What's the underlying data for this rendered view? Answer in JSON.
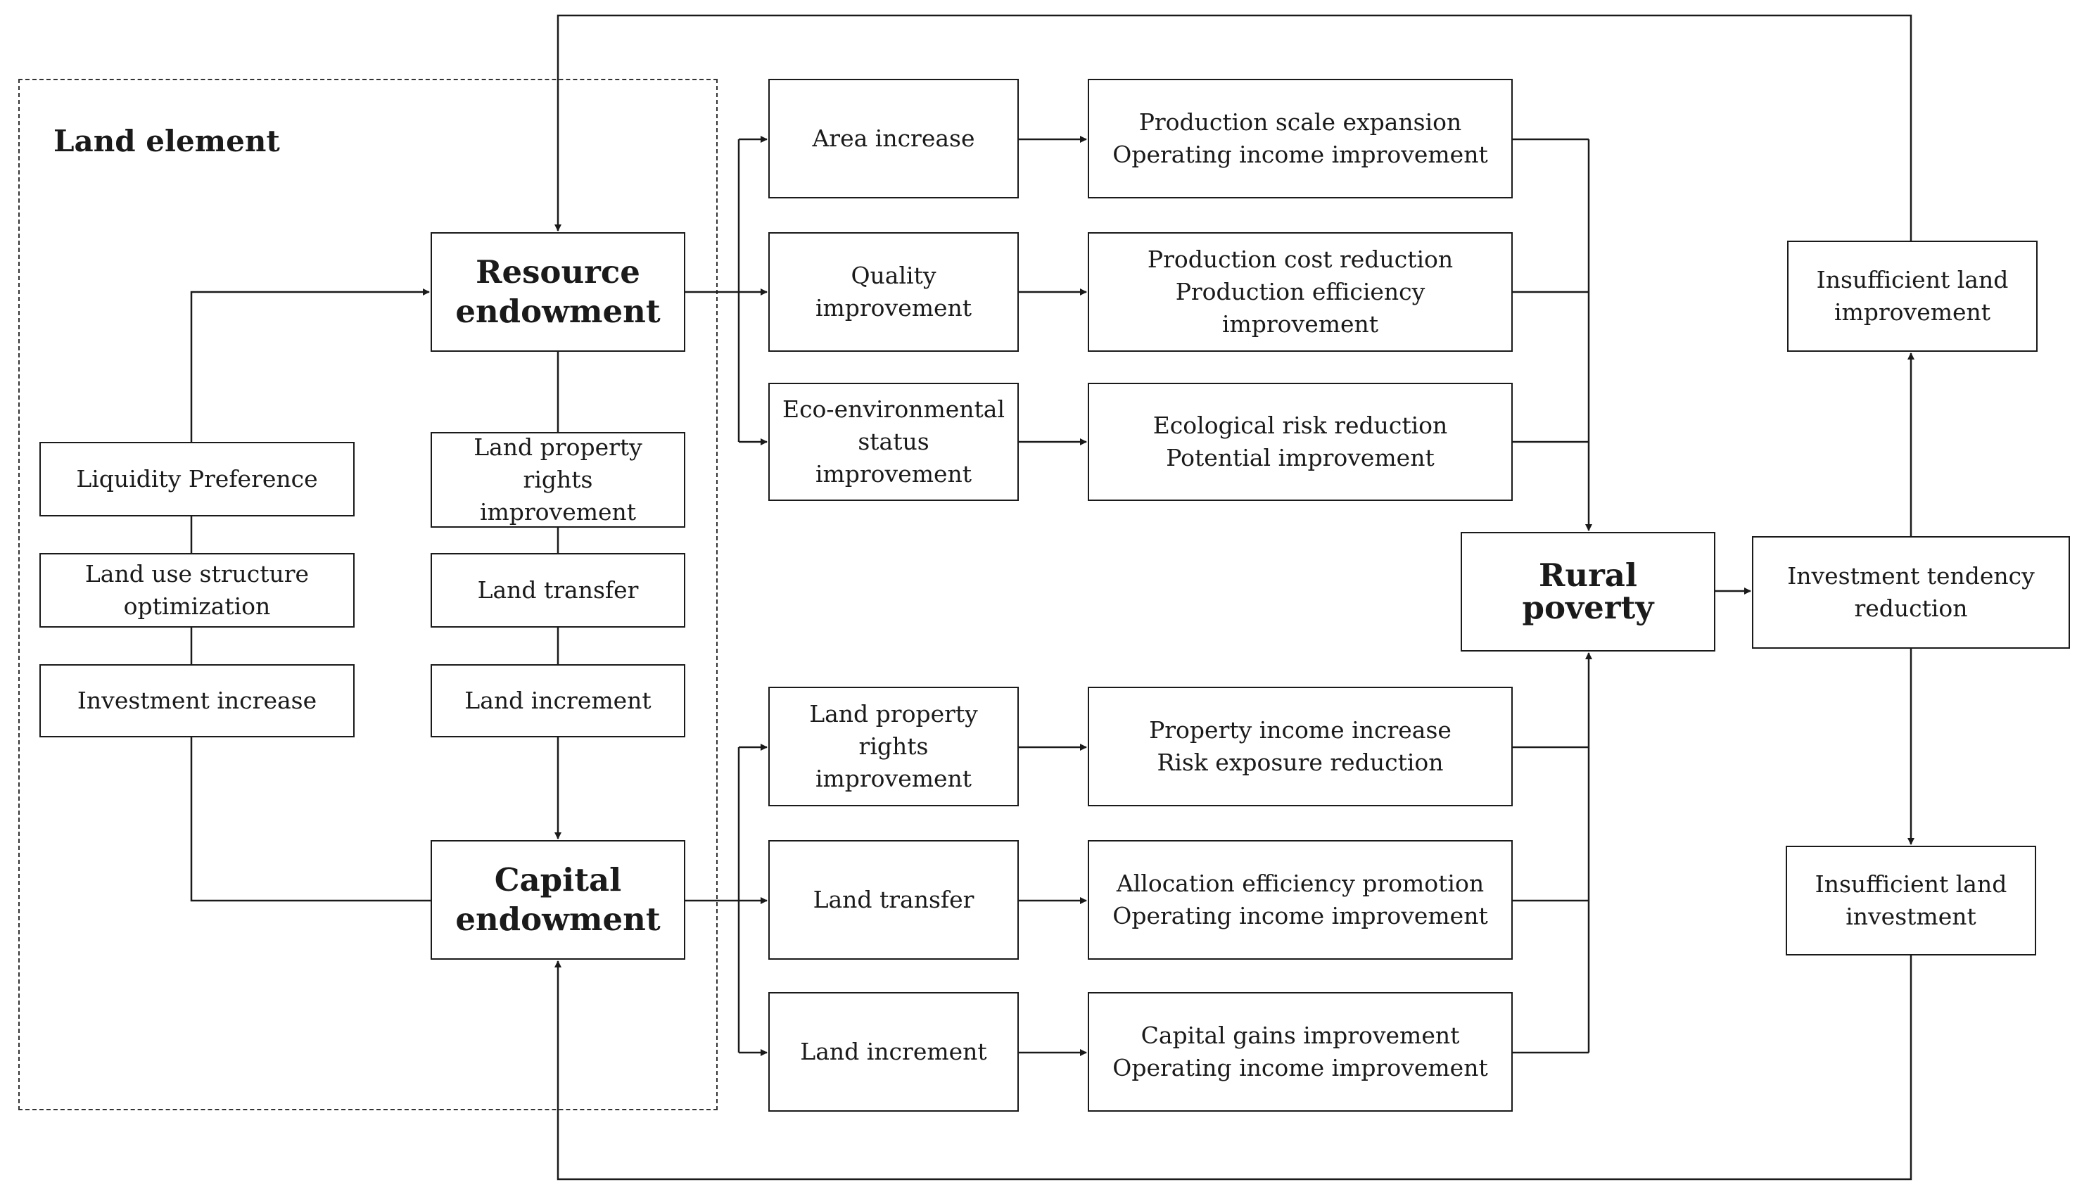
{
  "diagram": {
    "group_label": "Land element",
    "nodes": {
      "resource": [
        "Resource",
        "endowment"
      ],
      "capital": [
        "Capital",
        "endowment"
      ],
      "liquidity": [
        "Liquidity Preference"
      ],
      "landuse": [
        "Land use structure",
        "optimization"
      ],
      "investment_increase": [
        "Investment increase"
      ],
      "prop_rights_left": [
        "Land property rights",
        "improvement"
      ],
      "transfer_left": [
        "Land transfer"
      ],
      "increment_left": [
        "Land increment"
      ],
      "area": [
        "Area increase"
      ],
      "quality": [
        "Quality improvement"
      ],
      "eco": [
        "Eco-environmental",
        "status improvement"
      ],
      "prop_rights_mid": [
        "Land property rights",
        "improvement"
      ],
      "transfer_mid": [
        "Land transfer"
      ],
      "increment_mid": [
        "Land increment"
      ],
      "o1": [
        "Production scale expansion",
        "Operating income improvement"
      ],
      "o2": [
        "Production cost reduction",
        "Production efficiency improvement"
      ],
      "o3": [
        "Ecological risk reduction",
        "Potential improvement"
      ],
      "o4": [
        "Property income increase",
        "Risk exposure reduction"
      ],
      "o5": [
        "Allocation efficiency promotion",
        "Operating income improvement"
      ],
      "o6": [
        "Capital gains improvement",
        "Operating income improvement"
      ],
      "rural_poverty": [
        "Rural poverty"
      ],
      "invest_tendency": [
        "Investment tendency",
        "reduction"
      ],
      "insuf_improve": [
        "Insufficient land",
        "improvement"
      ],
      "insuf_invest": [
        "Insufficient land",
        "investment"
      ]
    },
    "colors": {
      "line": "#1a1a1a",
      "dashed_border": "#333333",
      "background": "#ffffff"
    }
  }
}
